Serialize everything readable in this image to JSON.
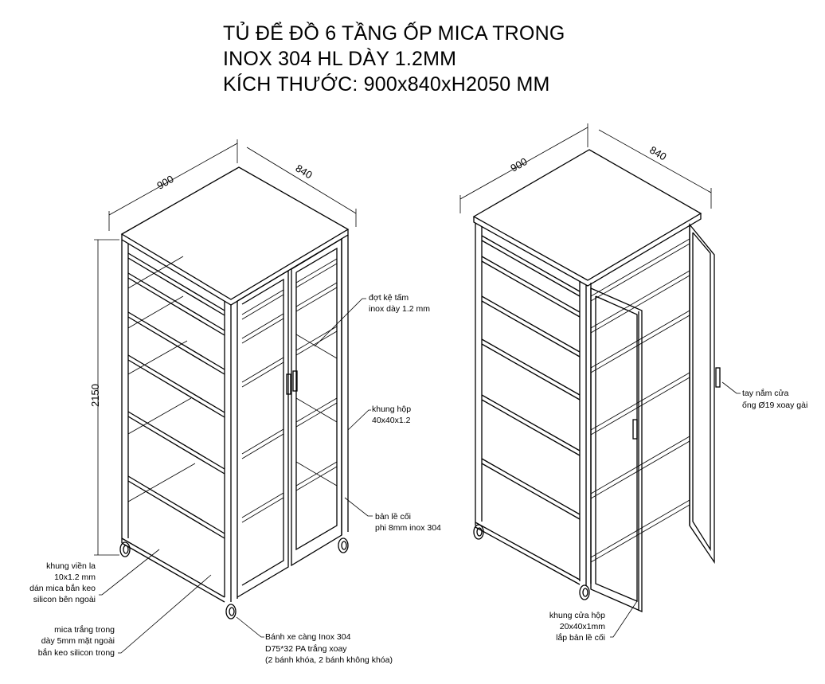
{
  "title": {
    "line1": "TỦ ĐỂ ĐỒ 6 TẦNG ỐP MICA TRONG",
    "line2": "INOX 304 HL DÀY 1.2MM",
    "line3": "KÍCH THƯỚC: 900x840xH2050 MM"
  },
  "left_view": {
    "dim_width": "900",
    "dim_depth": "840",
    "dim_height": "2150",
    "notes": {
      "shelf": [
        "đợt kệ tấm",
        "inox dày 1.2 mm"
      ],
      "frame": [
        "khung hộp",
        "40x40x1.2"
      ],
      "hinge": [
        "bản lề cối",
        "phi 8mm inox 304"
      ],
      "border": [
        "khung viền la",
        "10x1.2 mm",
        "dán mica bắn keo",
        "silicon bên ngoài"
      ],
      "mica": [
        "mica trắng trong",
        "dày 5mm mặt ngoài",
        "bắn keo silicon trong"
      ],
      "wheel": [
        "Bánh xe càng Inox 304",
        "D75*32 PA trắng xoay",
        "(2 bánh khóa, 2 bánh không khóa)"
      ]
    }
  },
  "right_view": {
    "dim_width": "900",
    "dim_depth": "840",
    "notes": {
      "handle": [
        "tay nắm cửa",
        "ống Ø19 xoay gài"
      ],
      "door_frame": [
        "khung cửa hộp",
        "20x40x1mm",
        "lắp bản lề cối"
      ]
    }
  }
}
